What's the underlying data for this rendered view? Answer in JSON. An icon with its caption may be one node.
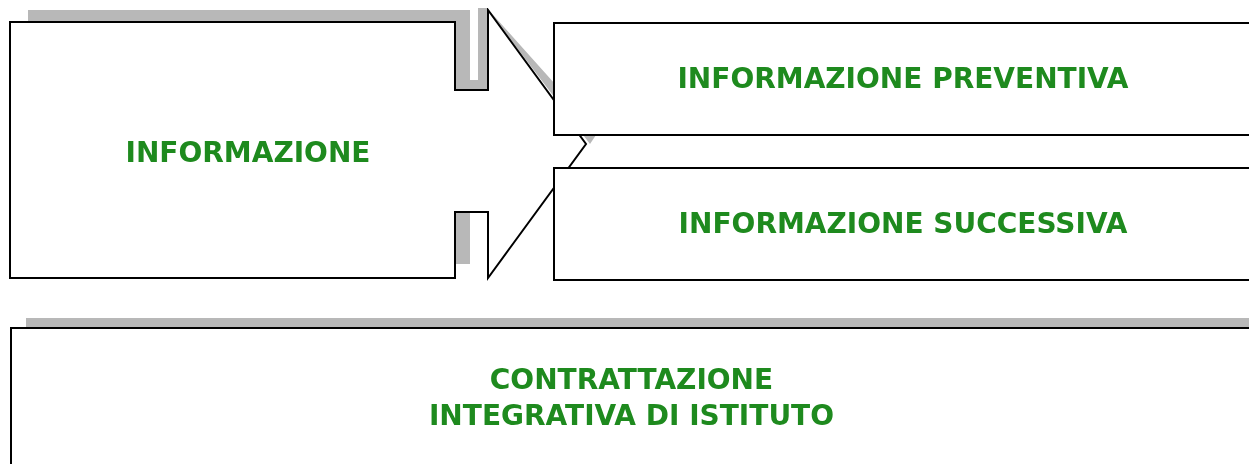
{
  "diagram": {
    "nodes": [
      {
        "text": [
          "INFORMAZIONE"
        ]
      },
      {
        "text": [
          "INFORMAZIONE PREVENTIVA"
        ]
      },
      {
        "text": [
          "INFORMAZIONE SUCCESSIVA"
        ]
      },
      {
        "text": [
          "CONTRATTAZIONE INTEGRATIVA DI ISTITUTO"
        ]
      }
    ]
  }
}
